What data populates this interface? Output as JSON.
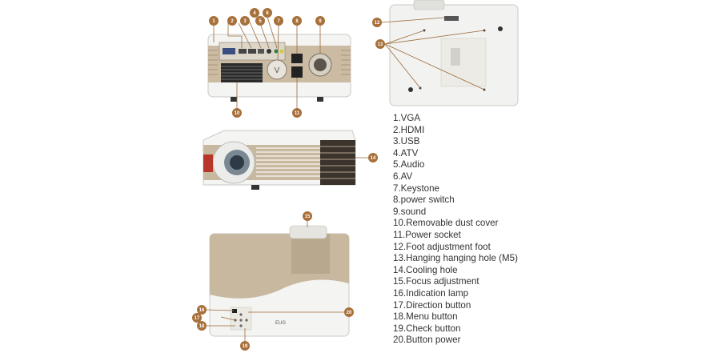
{
  "colors": {
    "callout": "#a8703a",
    "body_white": "#f4f4f2",
    "body_gold": "#c8b8a0",
    "lens_red": "#b8352a"
  },
  "rear_view": {
    "callouts": [
      "1",
      "2",
      "3",
      "4",
      "5",
      "6",
      "7",
      "8",
      "9",
      "10",
      "11"
    ]
  },
  "bottom_view": {
    "callouts": [
      "12",
      "13"
    ]
  },
  "front_view": {
    "callouts": [
      "14"
    ]
  },
  "top_view": {
    "callouts": [
      "15",
      "16",
      "17",
      "18",
      "19",
      "20"
    ],
    "brand": "EUG"
  },
  "legend": [
    "1.VGA",
    "2.HDMI",
    "3.USB",
    "4.ATV",
    "5.Audio",
    "6.AV",
    "7.Keystone",
    "8.power switch",
    "9.sound",
    "10.Removable dust cover",
    "11.Power socket",
    "12.Foot adjustment foot",
    "13.Hanging hanging hole (M5)",
    "14.Cooling hole",
    "15.Focus adjustment",
    "16.Indication lamp",
    "17.Direction button",
    "18.Menu button",
    "19.Check button",
    "20.Button power"
  ]
}
